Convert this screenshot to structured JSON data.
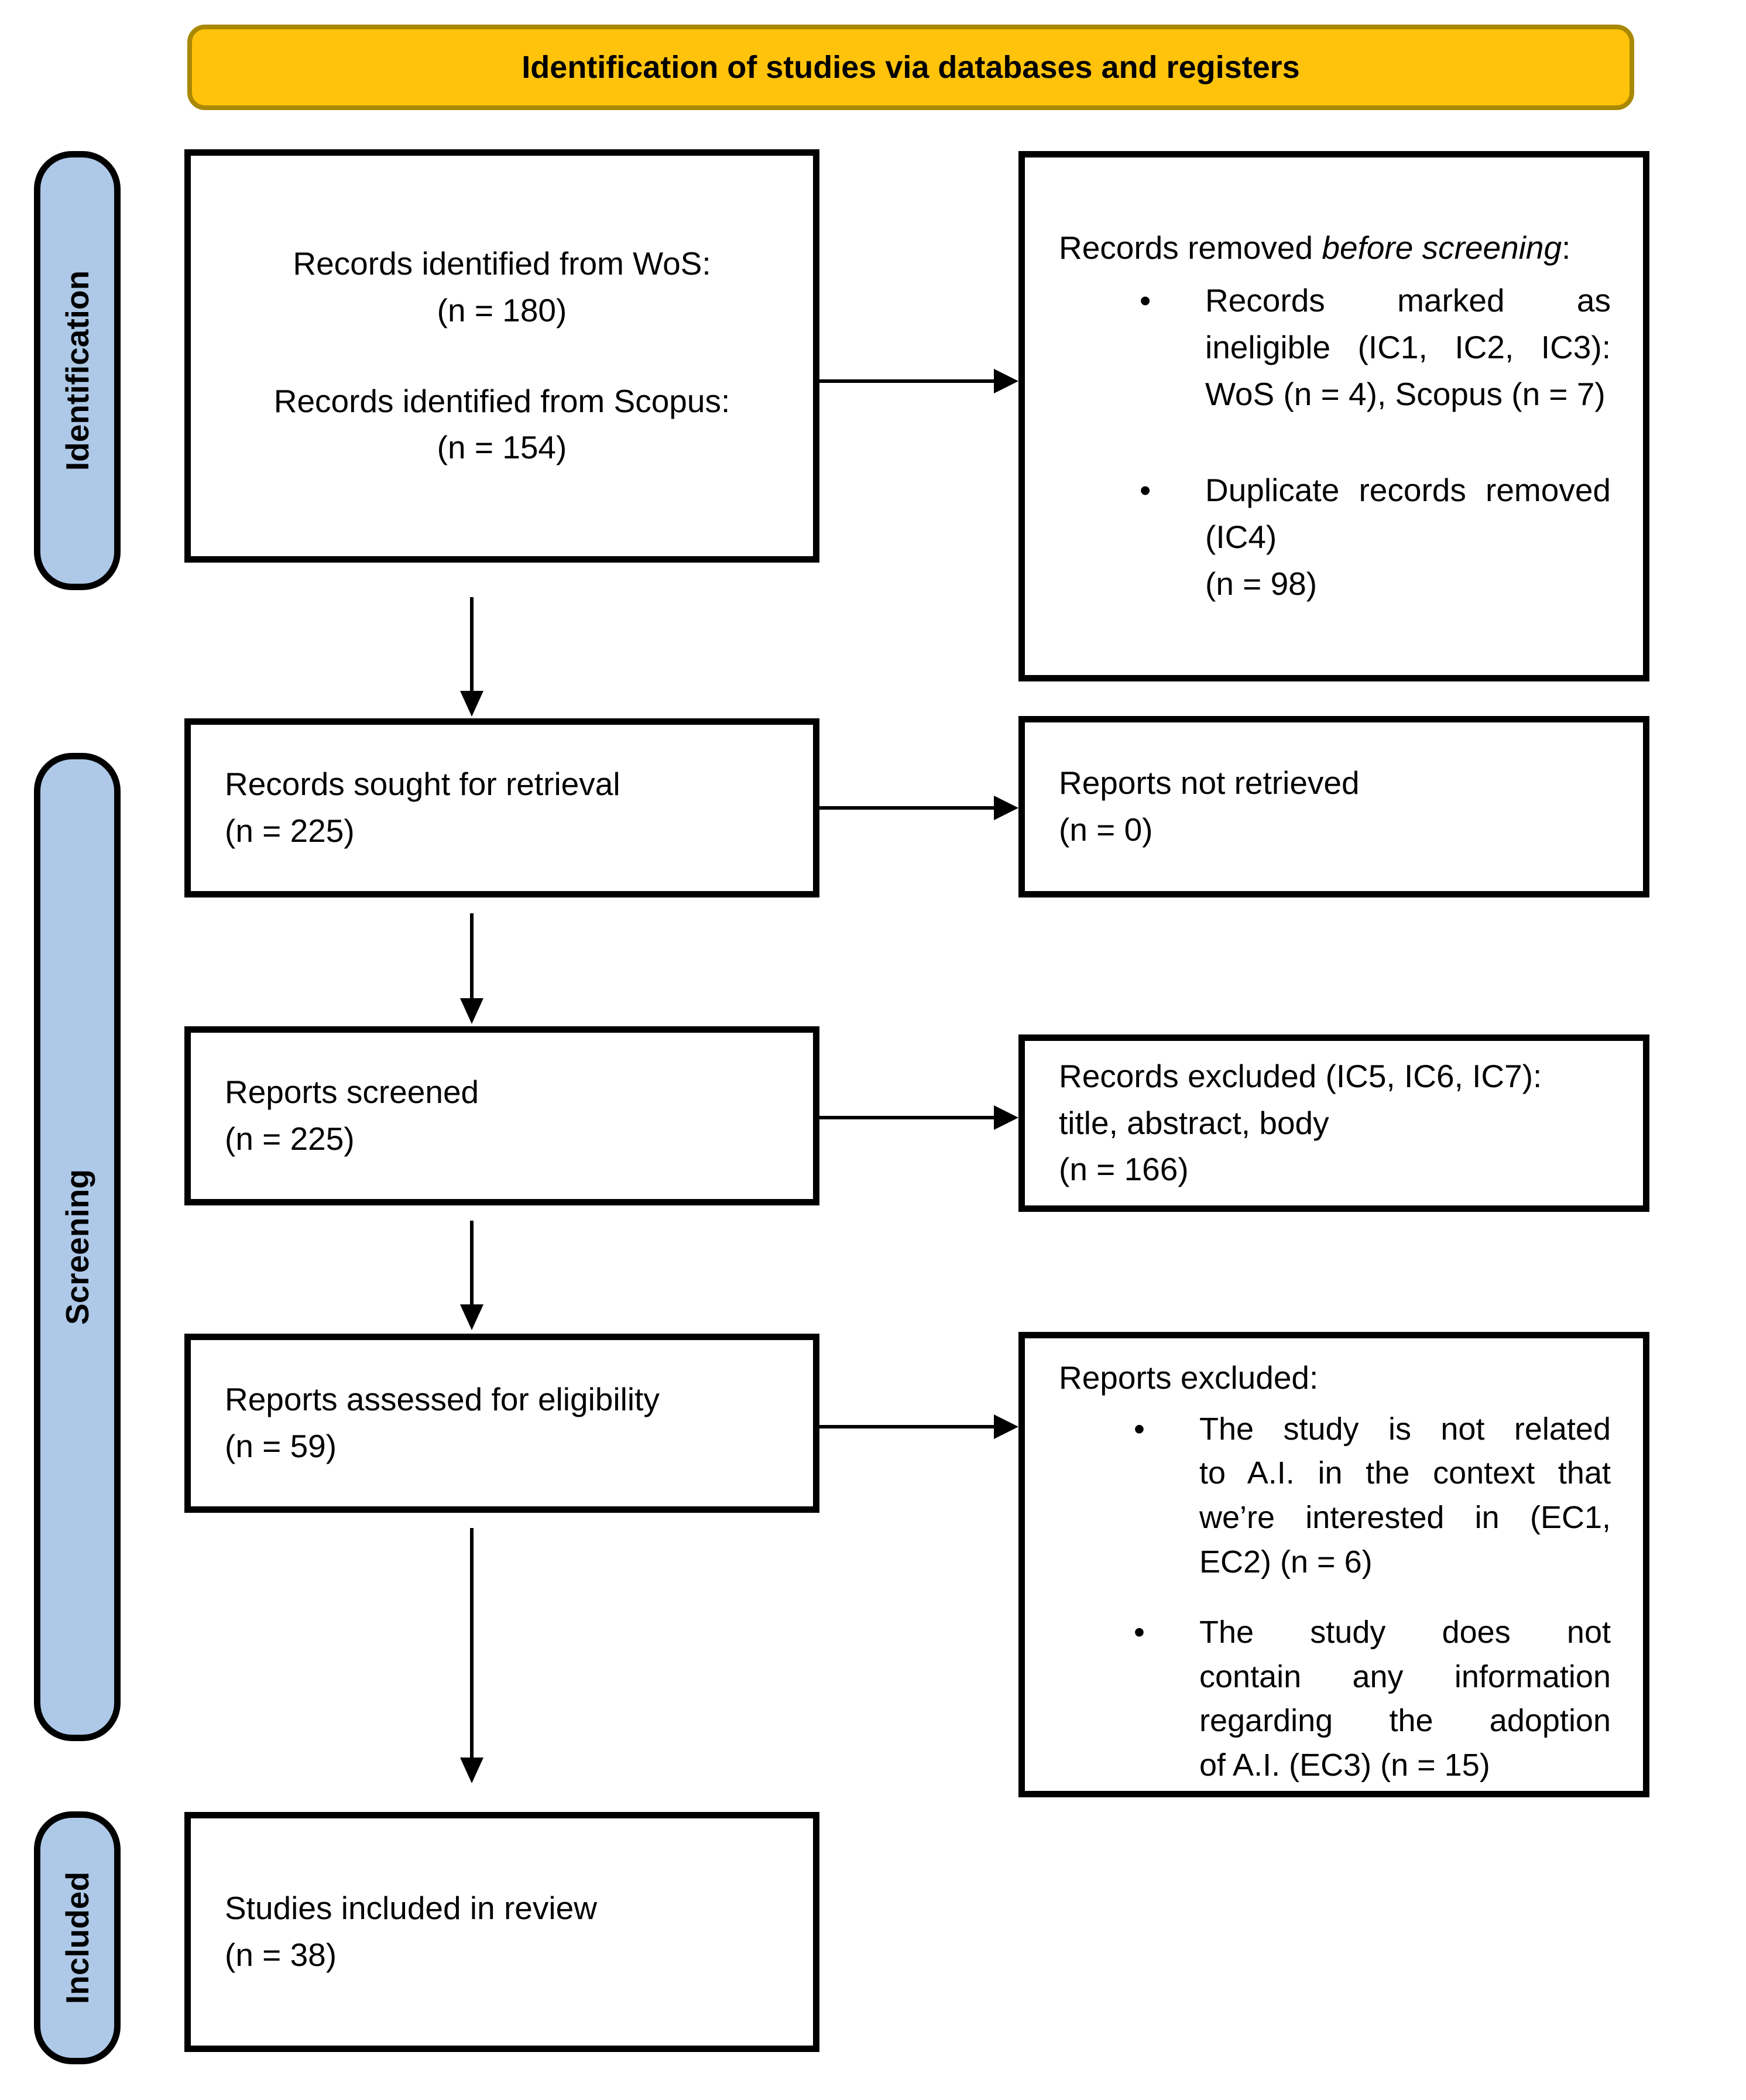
{
  "banner": {
    "title": "Identification of studies via databases and registers"
  },
  "stages": {
    "identification": "Identification",
    "screening": "Screening",
    "included": "Included"
  },
  "colors": {
    "banner_fill": "#FFC30B",
    "banner_border": "#A98804",
    "stage_fill": "#AEC9E8",
    "box_border": "#000000",
    "arrow": "#000000",
    "background": "#FFFFFF"
  },
  "boxes": {
    "identified": {
      "line1": "Records identified from WoS:",
      "count1": "(n = 180)",
      "line2": "Records identified from Scopus:",
      "count2": "(n = 154)"
    },
    "removed_before_screening": {
      "title_prefix": "Records removed",
      "title_italic": "before screening",
      "title_suffix": ":",
      "bullet1_lines": [
        "Records marked as",
        "ineligible (IC1, IC2, IC3):",
        "WoS (n = 4), Scopus (n = 7)"
      ],
      "bullet2_lines": [
        "Duplicate records removed",
        "(IC4)",
        "(n = 98)"
      ]
    },
    "sought": {
      "label": "Records sought for retrieval",
      "count": "(n = 225)"
    },
    "not_retrieved": {
      "label": "Reports not retrieved",
      "count": "(n = 0)"
    },
    "screened": {
      "label": "Reports screened",
      "count": "(n = 225)"
    },
    "records_excluded": {
      "line1": "Records excluded (IC5, IC6, IC7):",
      "line2": "title, abstract, body",
      "line3": "(n = 166)"
    },
    "assessed": {
      "label": "Reports assessed for eligibility",
      "count": "(n = 59)"
    },
    "reports_excluded": {
      "title": "Reports excluded:",
      "bullet1_lines": [
        "The study is not related",
        "to A.I. in the context that",
        "we’re interested in (EC1,",
        "EC2) (n = 6)"
      ],
      "bullet2_lines": [
        "The study does not",
        "contain any information",
        "regarding the adoption",
        "of A.I. (EC3) (n = 15)"
      ]
    },
    "included_review": {
      "label": "Studies included in review",
      "count": "(n = 38)"
    }
  }
}
